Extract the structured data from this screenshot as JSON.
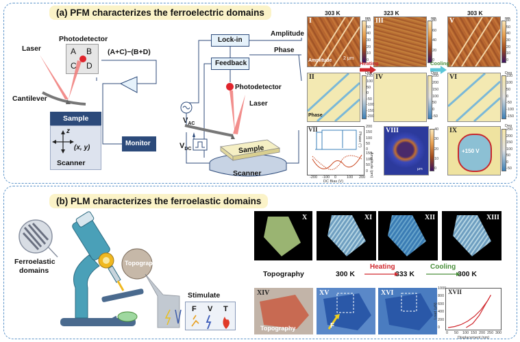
{
  "panel_a": {
    "title": "(a) PFM characterizes the ferroelectric domains",
    "photodetector_left": "Photodetector",
    "quadrants": [
      "A",
      "B",
      "C",
      "D"
    ],
    "formula": "(A+C)−(B+D)",
    "laser_left": "Laser",
    "cantilever": "Cantilever",
    "sample_left": "Sample",
    "axis_z": "z",
    "axis_xy": "(x, y)",
    "scanner_left": "Scanner",
    "monitor": "Monitor",
    "lockin": "Lock-in",
    "feedback": "Feedback",
    "amplitude": "Amplitude",
    "phase": "Phase",
    "photodetector_right": "Photodetector",
    "laser_right": "Laser",
    "vac": "V",
    "vac_sub": "AC",
    "vdc": "V",
    "vdc_sub": "DC",
    "sample_right": "Sample",
    "scanner_right": "Scanner",
    "temps": [
      "303 K",
      "323 K",
      "303 K"
    ],
    "heating": "Heating",
    "cooling": "Cooling",
    "map_labels": [
      "I",
      "III",
      "V",
      "II",
      "IV",
      "VI",
      "VII",
      "VIII",
      "IX"
    ],
    "amplitude_in_map": "Amplitude",
    "phase_in_map": "Phase",
    "scale_bar": "2 μm",
    "pm_unit": "pm",
    "deg_unit": "Deg",
    "amp_ticks": [
      "60",
      "50",
      "40",
      "30",
      "20",
      "10",
      "0"
    ],
    "amp_ticks_iii": [
      "80",
      "60",
      "40",
      "20",
      "0"
    ],
    "phase_ticks": [
      "150",
      "100",
      "50",
      "0",
      "-50",
      "-100",
      "-150",
      "-200"
    ],
    "phase_ticks_iv": [
      "250",
      "200",
      "150",
      "100",
      "50",
      "0",
      "-50"
    ],
    "phase_ticks_vi": [
      "150",
      "100",
      "50",
      "0",
      "-50",
      "-100",
      "-150"
    ],
    "plus150": "+150 V",
    "dc_bias": "DC Bias (V)",
    "phase_axis": "Phase (°)",
    "amp_axis": "Amplitude (pm)",
    "vii_x_ticks": [
      "-200",
      "-100",
      "0",
      "100",
      "200"
    ],
    "vii_phase_ticks": [
      "200",
      "150",
      "100",
      "50",
      "0"
    ],
    "vii_amp_ticks": [
      "150",
      "100",
      "50",
      "0"
    ],
    "viii_ticks": [
      "40",
      "30",
      "20",
      "10",
      "0"
    ],
    "ix_ticks": [
      "250",
      "200",
      "150",
      "100",
      "50",
      "0",
      "-50"
    ],
    "um_label": "μm"
  },
  "panel_b": {
    "title": "(b) PLM characterizes the ferroelastic domains",
    "ferroelastic": [
      "Ferroelastic",
      "domains"
    ],
    "topography_bubble": "Topography",
    "stimulate": "Stimulate",
    "stim_letters": [
      "F",
      "V",
      "T"
    ],
    "micro_labels": [
      "X",
      "XI",
      "XII",
      "XIII",
      "XIV",
      "XV",
      "XVI",
      "XVII"
    ],
    "row_labels": [
      "Topography",
      "300 K",
      "333 K",
      "300 K"
    ],
    "heating": "Heating",
    "cooling": "Cooling",
    "xiv_text": "Topography",
    "xv_force": "F",
    "load_axis": "Load (μN)",
    "disp_axis": "Displacement (nm)",
    "xvii_x_ticks": [
      "0",
      "50",
      "100",
      "150",
      "200",
      "250",
      "300"
    ],
    "xvii_y_ticks": [
      "1000",
      "800",
      "600",
      "400",
      "200",
      "0"
    ]
  },
  "colors": {
    "panel_border": "#5b93c9",
    "title_bg": "#fbf3c8",
    "sample_blue": "#2c4a7a",
    "heating_red": "#d0282e",
    "cooling_green": "#4a8f3c",
    "amp_orange": "#c8651f",
    "phase_yellow": "#f3e9b2"
  },
  "chart_data": {
    "type": "line",
    "title": "",
    "xlabel": "Displacement (nm)",
    "ylabel": "Load (μN)",
    "xlim": [
      0,
      300
    ],
    "ylim": [
      0,
      1000
    ],
    "series": [
      {
        "x": [
          0,
          40,
          80,
          120,
          160,
          200,
          240,
          260
        ],
        "values": [
          0,
          30,
          90,
          190,
          330,
          520,
          780,
          950
        ]
      },
      {
        "x": [
          110,
          150,
          190,
          230,
          260
        ],
        "values": [
          0,
          120,
          360,
          700,
          950
        ]
      }
    ]
  }
}
